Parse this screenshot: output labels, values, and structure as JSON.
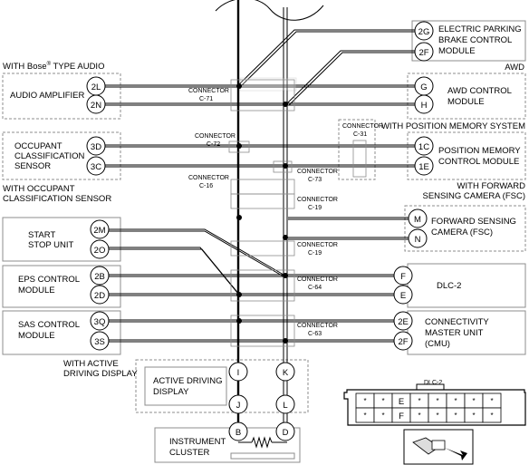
{
  "modules": {
    "audio_amp": "AUDIO AMPLIFIER",
    "occupant_1": "OCCUPANT",
    "occupant_2": "CLASSIFICATION",
    "occupant_3": "SENSOR",
    "start_stop_1": "START",
    "start_stop_2": "STOP UNIT",
    "eps_1": "EPS CONTROL",
    "eps_2": "MODULE",
    "sas_1": "SAS CONTROL",
    "sas_2": "MODULE",
    "epb_1": "ELECTRIC PARKING",
    "epb_2": "BRAKE CONTROL",
    "epb_3": "MODULE",
    "awd_1": "AWD CONTROL",
    "awd_2": "MODULE",
    "posmem_1": "POSITION MEMORY",
    "posmem_2": "CONTROL MODULE",
    "fsc_1": "FORWARD SENSING",
    "fsc_2": "CAMERA (FSC)",
    "dlc2": "DLC-2",
    "cmu_1": "CONNECTIVITY",
    "cmu_2": "MASTER UNIT",
    "cmu_3": "(CMU)",
    "add_1": "ACTIVE DRIVING",
    "add_2": "DISPLAY",
    "cluster_1": "INSTRUMENT",
    "cluster_2": "CLUSTER"
  },
  "conditions": {
    "bose_pre": "WITH Bose",
    "bose_mark": "®",
    "bose_post": " TYPE AUDIO",
    "awd": "AWD",
    "posmem": "WITH POSITION MEMORY SYSTEM",
    "occ_1": "WITH OCCUPANT",
    "occ_2": "CLASSIFICATION SENSOR",
    "fsc_1": "WITH FORWARD",
    "fsc_2": "SENSING CAMERA (FSC)",
    "add_1": "WITH ACTIVE",
    "add_2": "DRIVING DISPLAY"
  },
  "connectors": {
    "word": "CONNECTOR",
    "c71": "C-71",
    "c72": "C-72",
    "c31": "C-31",
    "c73": "C-73",
    "c16": "C-16",
    "c19a": "C-19",
    "c19b": "C-19",
    "c64": "C-64",
    "c63": "C-63"
  },
  "pins": {
    "p2L": "2L",
    "p2N": "2N",
    "p3D": "3D",
    "p3C": "3C",
    "p2M": "2M",
    "p2O": "2O",
    "p2B": "2B",
    "p2D": "2D",
    "p3Q": "3Q",
    "p3S": "3S",
    "p2G": "2G",
    "p2F": "2F",
    "pG": "G",
    "pH": "H",
    "p1C": "1C",
    "p1E": "1E",
    "pM": "M",
    "pN": "N",
    "pF": "F",
    "pE": "E",
    "p2E": "2E",
    "p2F_cmu": "2F",
    "pI": "I",
    "pK": "K",
    "pJ": "J",
    "pL": "L",
    "pB": "B",
    "pD": "D"
  },
  "dlc_face": {
    "title": "DLC-2",
    "top": [
      "*",
      "*",
      "E",
      "*",
      "*",
      "*",
      "*",
      "*"
    ],
    "bottom": [
      "*",
      "*",
      "F",
      "*",
      "*",
      "*",
      "*",
      "*"
    ]
  }
}
